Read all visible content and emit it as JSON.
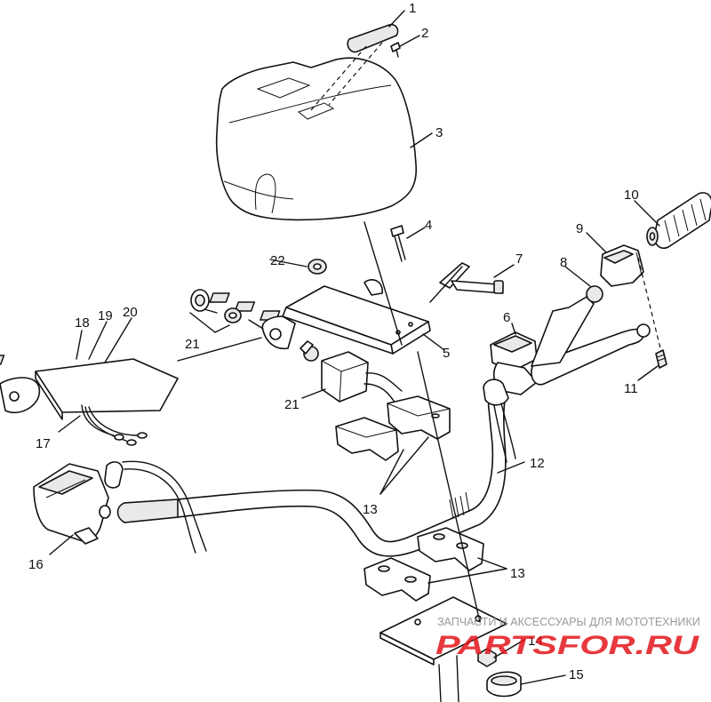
{
  "callouts": {
    "c1": "1",
    "c2": "2",
    "c3": "3",
    "c4": "4",
    "c5": "5",
    "c6": "6",
    "c7": "7",
    "c8": "8",
    "c9": "9",
    "c10": "10",
    "c11": "11",
    "c12": "12",
    "c13a": "13",
    "c13b": "13",
    "c14": "14",
    "c15": "15",
    "c16": "16",
    "c17": "17",
    "c18": "18",
    "c19": "19",
    "c20": "20",
    "c21a": "21",
    "c21b": "21",
    "c22": "22"
  },
  "watermark": {
    "tagline": "ЗАПЧАСТИ И АКСЕССУАРЫ ДЛЯ МОТОТЕХНИКИ",
    "brand": "PARTSFOR.RU",
    "brand_color": "#e3161c"
  }
}
